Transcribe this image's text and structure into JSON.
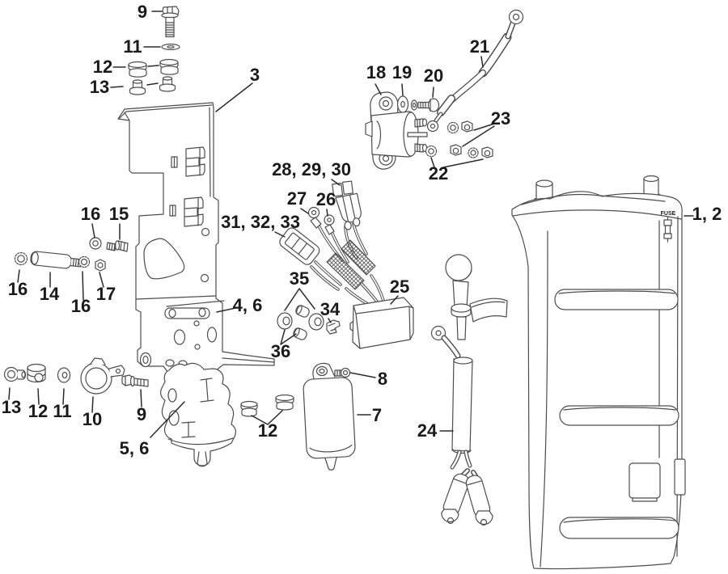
{
  "diagram": {
    "cover_fuse_label": "FUSE",
    "labels": [
      "9",
      "11",
      "12",
      "13",
      "3",
      "18",
      "19",
      "20",
      "21",
      "23",
      "22",
      "28, 29, 30",
      "27",
      "26",
      "31, 32, 33",
      "16",
      "15",
      "16",
      "14",
      "16",
      "17",
      "4, 6",
      "35",
      "34",
      "25",
      "36",
      "13",
      "12",
      "11",
      "10",
      "9",
      "5, 6",
      "8",
      "7",
      "12",
      "24",
      "1, 2"
    ]
  }
}
